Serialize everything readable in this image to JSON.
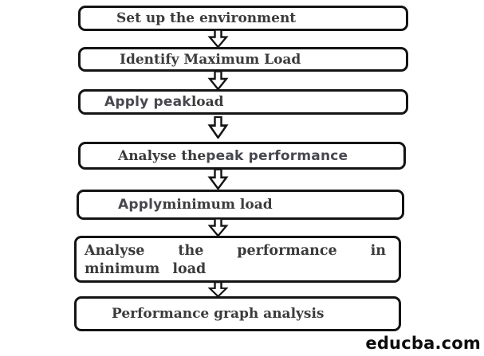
{
  "page": {
    "background_color": "#ffffff"
  },
  "flowchart": {
    "type": "vertical-flowchart",
    "border_color": "#141414",
    "box_fill_color": "#ffffff",
    "serif_text_color": "#3b3b3b",
    "sans_text_color": "#47474f",
    "arrow": {
      "glyph": "hollow-block-down-arrow",
      "fill": "#ffffff",
      "stroke": "#141414"
    },
    "steps": [
      {
        "label": "Set up the environment",
        "segments": [
          {
            "text": "Set up the environment",
            "style": "serif"
          }
        ]
      },
      {
        "label": "Identify Maximum Load",
        "segments": [
          {
            "text": "Identify Maximum Load",
            "style": "serif"
          }
        ]
      },
      {
        "label": "Apply peak load",
        "segments": [
          {
            "text": "Apply peak ",
            "style": "sans"
          },
          {
            "text": "load",
            "style": "serif"
          }
        ]
      },
      {
        "label": "Analyse the peak performance",
        "segments": [
          {
            "text": "Analyse the ",
            "style": "serif"
          },
          {
            "text": "peak performance",
            "style": "sans"
          }
        ]
      },
      {
        "label": "Apply minimum load",
        "segments": [
          {
            "text": "Apply ",
            "style": "sans"
          },
          {
            "text": "minimum load",
            "style": "serif"
          }
        ]
      },
      {
        "label": "Analyse the performance in minimum load",
        "segments": [
          {
            "text": "Analyse the performance in minimum load",
            "style": "serif"
          }
        ]
      },
      {
        "label": "Performance graph analysis",
        "segments": [
          {
            "text": "Performance graph analysis",
            "style": "serif"
          }
        ]
      }
    ]
  },
  "watermark": {
    "text": "educba.com",
    "color": "#0d0d0d"
  }
}
